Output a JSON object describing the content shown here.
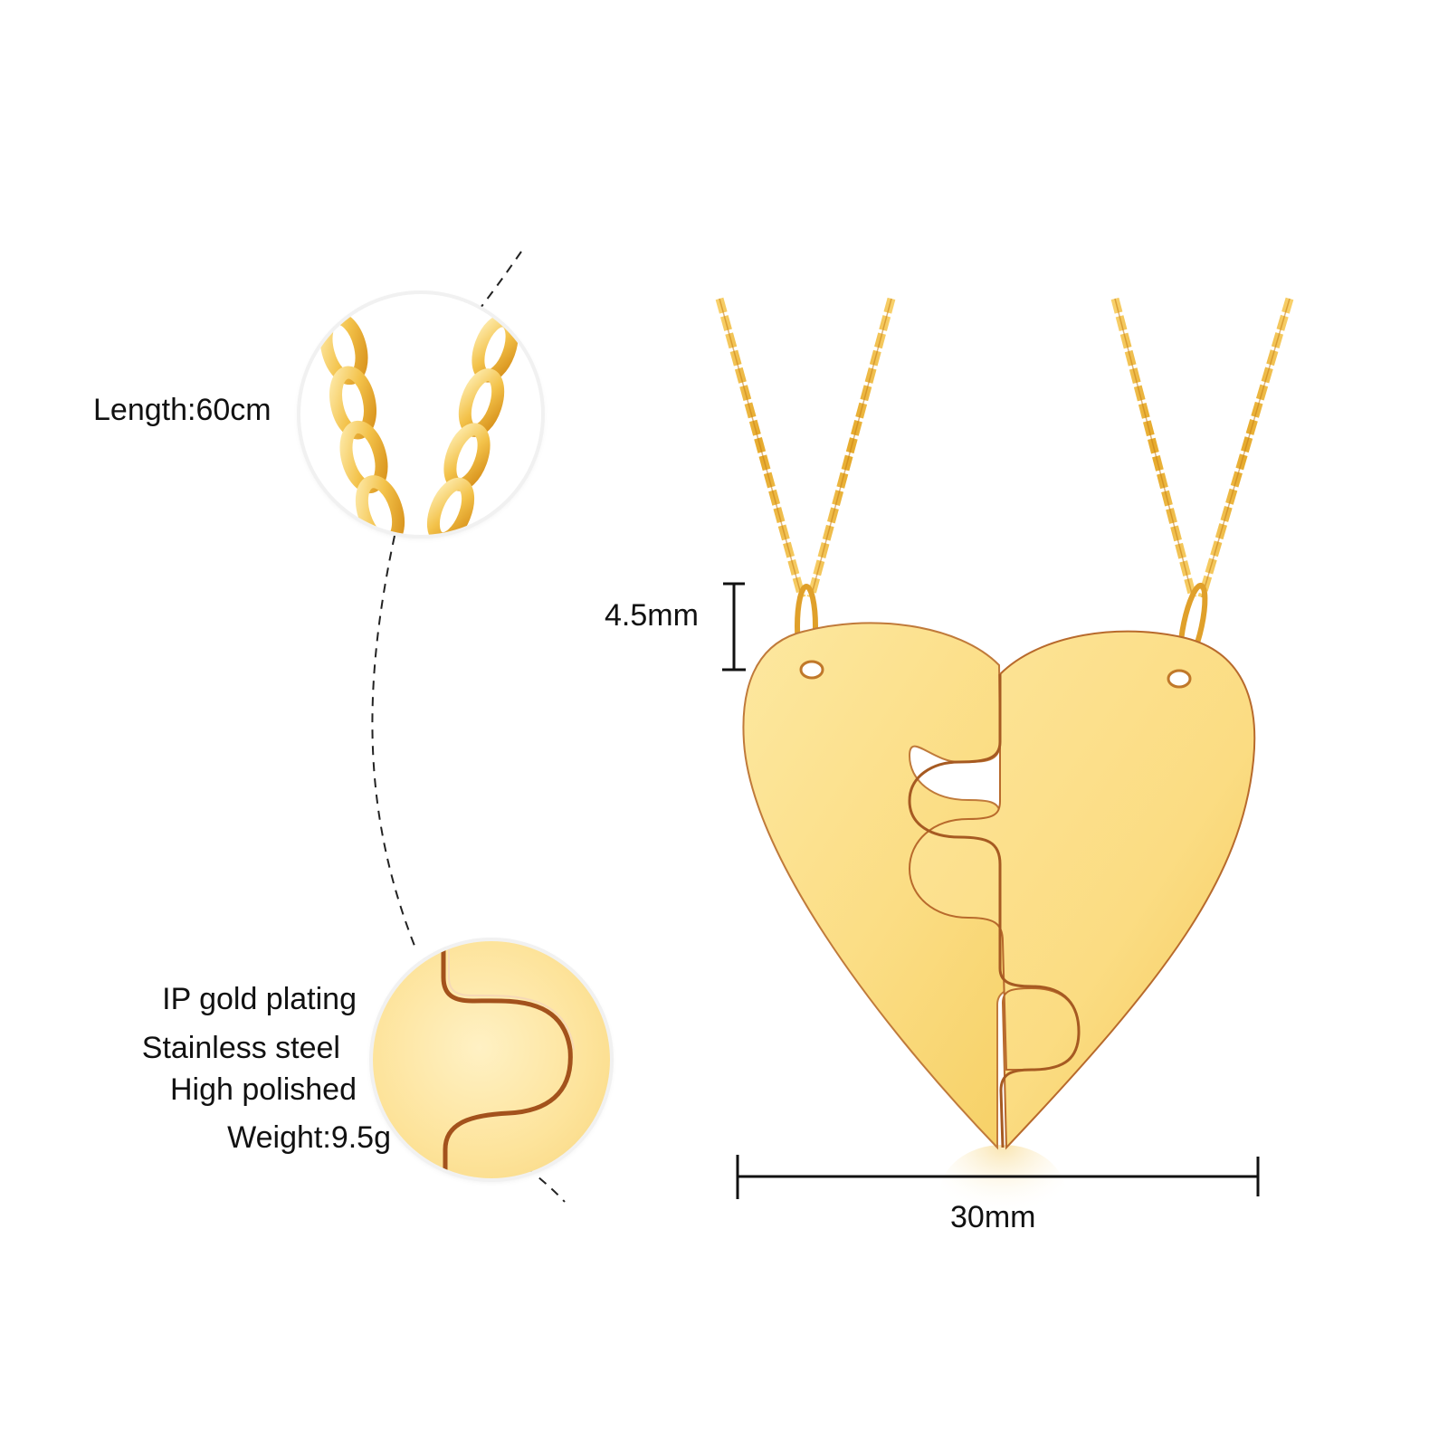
{
  "product": {
    "specs": {
      "length": "Length:60cm",
      "plating": "IP gold plating",
      "material": "Stainless steel",
      "finish": "High polished",
      "weight": "Weight:9.5g"
    },
    "dimensions": {
      "bail_height": "4.5mm",
      "pendant_width": "30mm"
    }
  },
  "colors": {
    "gold_light": "#fbe6a2",
    "gold_mid": "#f6cf5c",
    "gold_dark": "#d99a22",
    "edge": "#b5651d",
    "text": "#111111",
    "background": "#ffffff"
  }
}
